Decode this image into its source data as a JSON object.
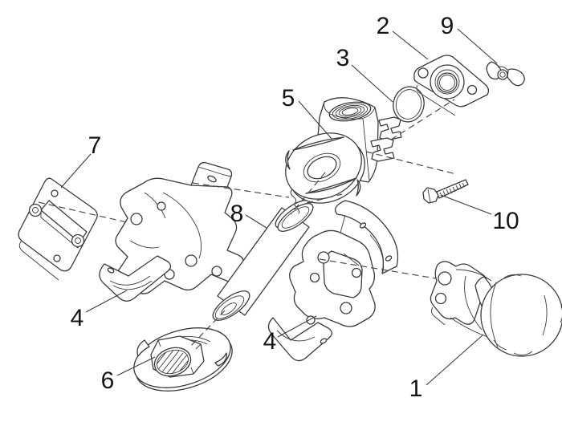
{
  "diagram": {
    "kind": "exploded-parts-diagram",
    "colors": {
      "background": "#ffffff",
      "line": "#3a3a3a",
      "label": "#141414"
    },
    "callouts": [
      {
        "label": "1"
      },
      {
        "label": "2"
      },
      {
        "label": "3"
      },
      {
        "label": "4"
      },
      {
        "label": "4"
      },
      {
        "label": "5"
      },
      {
        "label": "6"
      },
      {
        "label": "7"
      },
      {
        "label": "8"
      },
      {
        "label": "9"
      },
      {
        "label": "10"
      }
    ]
  }
}
